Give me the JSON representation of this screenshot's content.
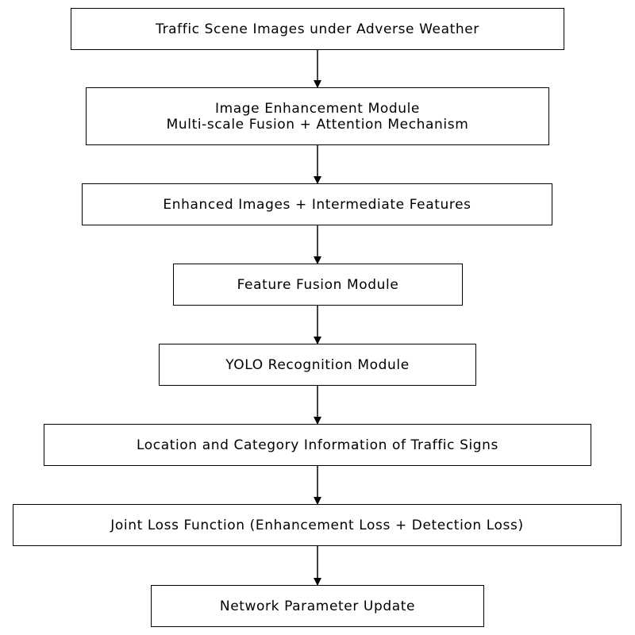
{
  "steps": [
    {
      "lines": [
        "Traffic Scene Images under Adverse Weather"
      ]
    },
    {
      "lines": [
        "Image Enhancement Module",
        "Multi-scale Fusion + Attention Mechanism"
      ]
    },
    {
      "lines": [
        "Enhanced Images + Intermediate Features"
      ]
    },
    {
      "lines": [
        "Feature Fusion Module"
      ]
    },
    {
      "lines": [
        "YOLO Recognition Module"
      ]
    },
    {
      "lines": [
        "Location and Category Information of Traffic Signs"
      ]
    },
    {
      "lines": [
        "Joint Loss Function (Enhancement Loss + Detection Loss)"
      ]
    },
    {
      "lines": [
        "Network Parameter Update"
      ]
    }
  ],
  "colors": {
    "stroke": "#000000",
    "background": "#ffffff"
  }
}
